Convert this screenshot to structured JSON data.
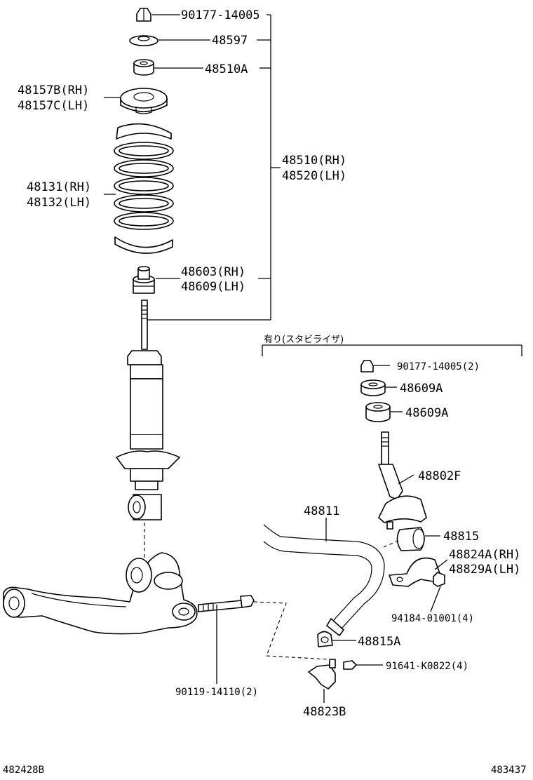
{
  "labels": {
    "nut_top": "90177-14005",
    "washer_top": "48597",
    "bushing_top": "48510A",
    "seat_upper_rh": "48157B(RH)",
    "seat_upper_lh": "48157C(LH)",
    "spring_rh": "48131(RH)",
    "spring_lh": "48132(LH)",
    "absorber_rh": "48510(RH)",
    "absorber_lh": "48520(LH)",
    "bumper_rh": "48603(RH)",
    "bumper_lh": "48609(LH)",
    "stabilizer_header": "有り(スタビライザ)",
    "stab_nut": "90177-14005(2)",
    "stab_cushion_1": "48609A",
    "stab_cushion_2": "48609A",
    "stab_link": "48802F",
    "stab_bar": "48811",
    "stab_bushing": "48815",
    "bracket_rh": "48824A(RH)",
    "bracket_lh": "48829A(LH)",
    "bracket_nut": "94184-01001(4)",
    "bar_bushing": "48815A",
    "bracket_bolt": "91641-K0822(4)",
    "lower_bracket": "48823B",
    "arm_bolt": "90119-14110(2)",
    "footer_left": "482428B",
    "footer_right": "483437"
  },
  "icons": {
    "coil_spring": "coil-spring-icon",
    "shock_absorber": "shock-absorber-icon",
    "lower_arm": "lower-arm-icon",
    "stabilizer_bar": "stabilizer-bar-icon"
  }
}
